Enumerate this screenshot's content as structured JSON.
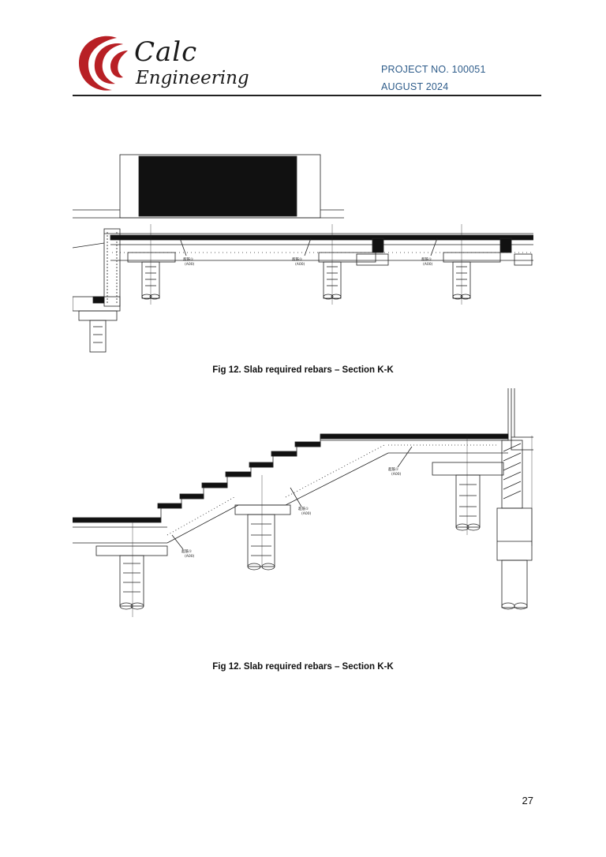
{
  "header": {
    "brand_line1": "Calc",
    "brand_line2": "Engineering",
    "project_no": "PROJECT NO. 100051",
    "date": "AUGUST 2024",
    "brand_color": "#b82025",
    "accent_color": "#2e5c8a"
  },
  "figures": [
    {
      "caption": "Fig 12. Slab required rebars – Section K-K",
      "labels": [
        "超筋①",
        "(A00)",
        "超筋①",
        "(A00)",
        "超筋①",
        "(A00)"
      ]
    },
    {
      "caption": "Fig 12. Slab required rebars – Section K-K",
      "labels": [
        "超筋①",
        "(A00)",
        "超筋①",
        "(A00)",
        "超筋①",
        "(A00)"
      ]
    }
  ],
  "footer": {
    "page_number": "27"
  }
}
